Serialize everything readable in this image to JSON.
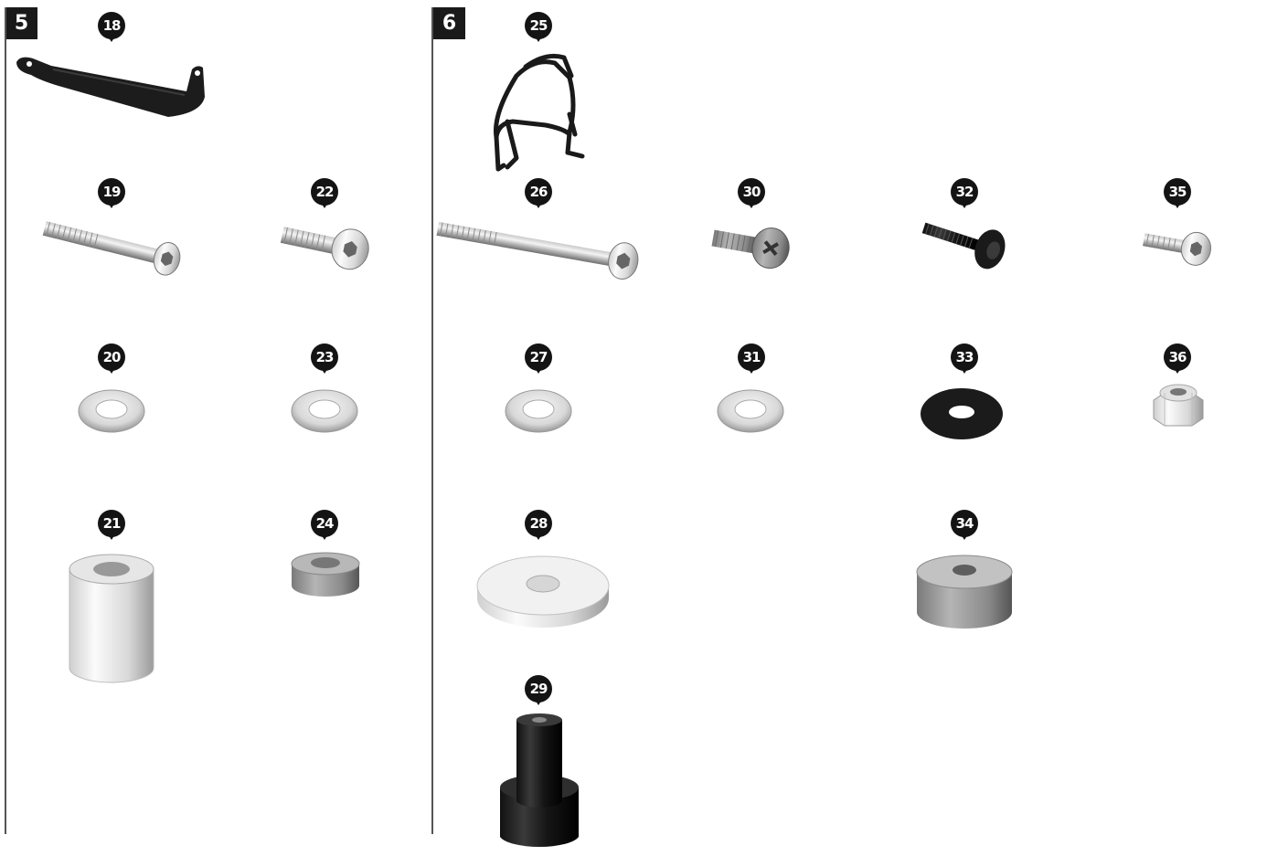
{
  "sections": [
    {
      "label": "5"
    },
    {
      "label": "6"
    }
  ],
  "parts": [
    {
      "number": "18",
      "type": "bracket"
    },
    {
      "number": "19",
      "type": "long-bolt"
    },
    {
      "number": "22",
      "type": "short-bolt"
    },
    {
      "number": "20",
      "type": "washer"
    },
    {
      "number": "23",
      "type": "washer"
    },
    {
      "number": "21",
      "type": "tall-spacer"
    },
    {
      "number": "24",
      "type": "short-spacer"
    },
    {
      "number": "25",
      "type": "crash-bar-frame"
    },
    {
      "number": "26",
      "type": "extra-long-bolt"
    },
    {
      "number": "27",
      "type": "washer"
    },
    {
      "number": "28",
      "type": "large-flat-spacer"
    },
    {
      "number": "29",
      "type": "black-stepped-spacer"
    },
    {
      "number": "30",
      "type": "short-bolt"
    },
    {
      "number": "31",
      "type": "washer"
    },
    {
      "number": "32",
      "type": "black-button-bolt"
    },
    {
      "number": "33",
      "type": "black-washer"
    },
    {
      "number": "34",
      "type": "thick-spacer"
    },
    {
      "number": "35",
      "type": "small-bolt"
    },
    {
      "number": "36",
      "type": "lock-nut"
    }
  ]
}
